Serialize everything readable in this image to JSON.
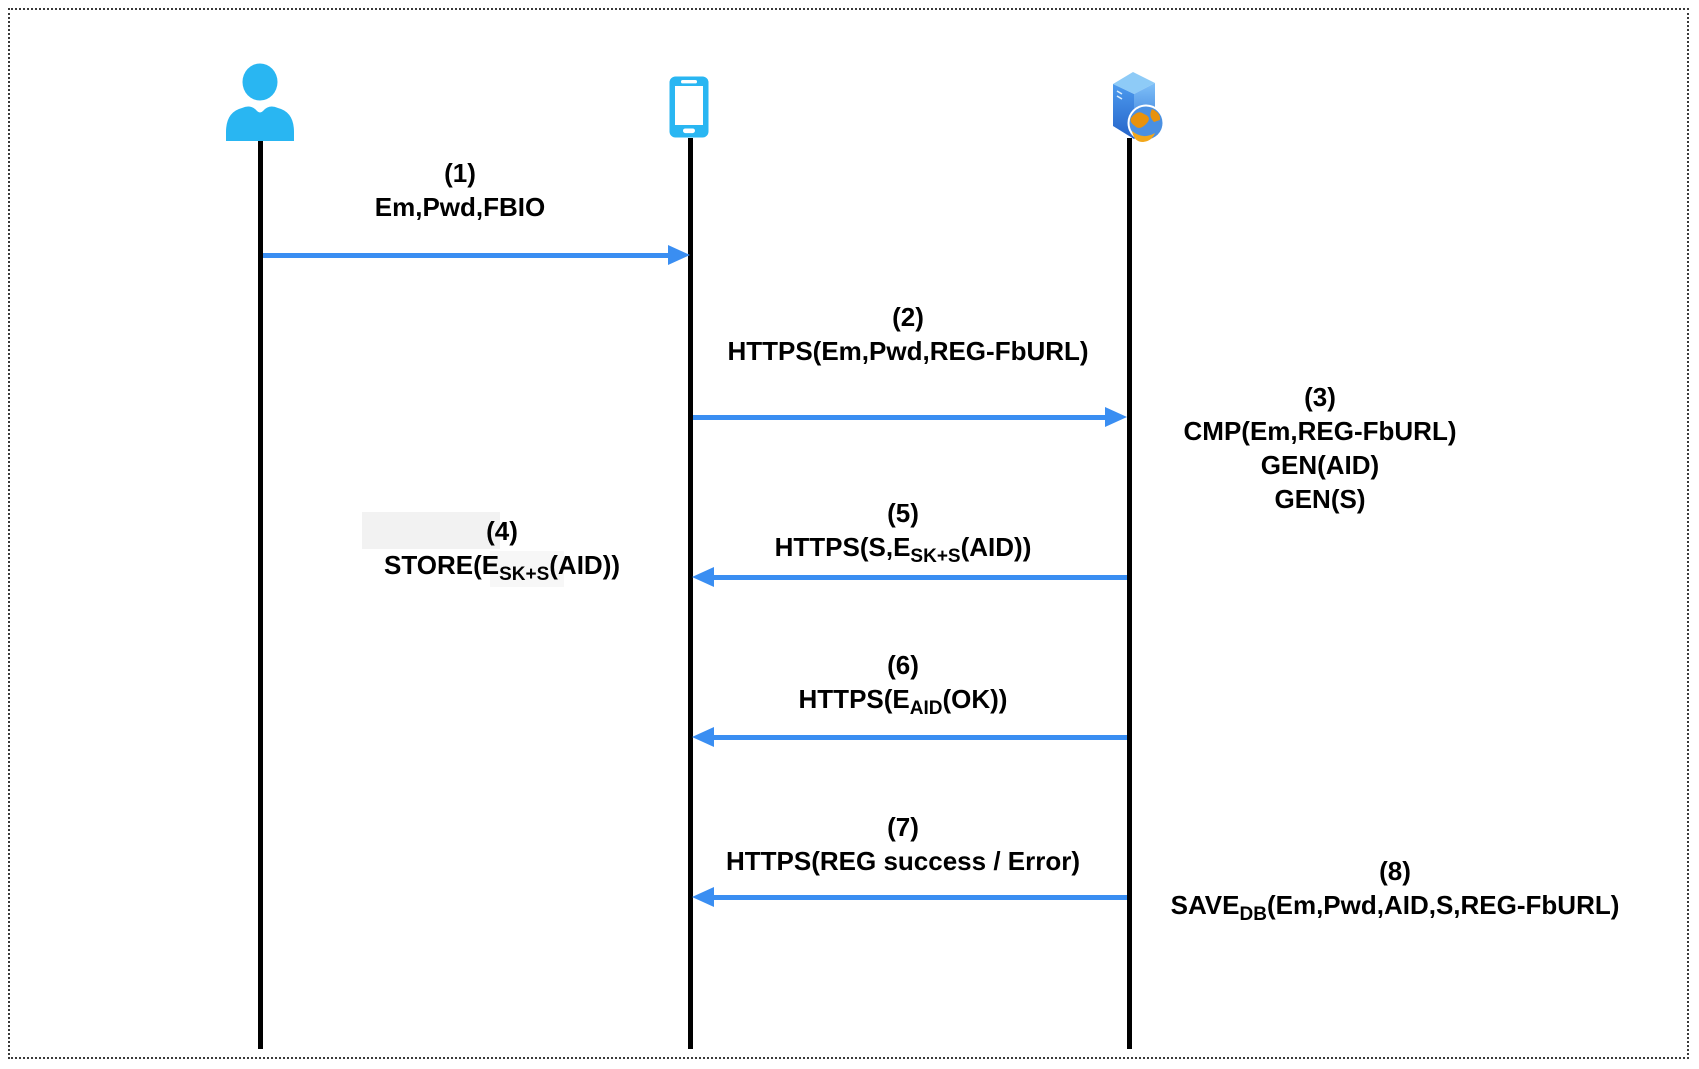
{
  "diagram_type": "sequence-diagram",
  "colors": {
    "arrow": "#3A8EF2",
    "icon": "#29B6F2",
    "lifeline": "#000000",
    "server_front_top": "#7FC0F8",
    "server_front_bottom": "#2A6FD3",
    "server_side_top": "#4D9BEE",
    "server_side_bottom": "#2563C9",
    "server_top_face": "#8ECBF7",
    "globe_sea": "#4A90E2",
    "globe_land": "#E8920C"
  },
  "actors": {
    "user": {
      "icon": "user-icon"
    },
    "mobile": {
      "icon": "smartphone-icon"
    },
    "server": {
      "icon": "server-globe-icon"
    }
  },
  "messages": {
    "m1": {
      "num": "(1)",
      "text": "Em,Pwd,FBIO"
    },
    "m2": {
      "num": "(2)",
      "text": "HTTPS(Em,Pwd,REG-FbURL)"
    },
    "m3": {
      "num": "(3)",
      "line1": "CMP(Em,REG-FbURL)",
      "line2": "GEN(AID)",
      "line3": "GEN(S)"
    },
    "m4": {
      "num": "(4)",
      "pre": "STORE(E",
      "sub": "SK+S",
      "post": "(AID))"
    },
    "m5": {
      "num": "(5)",
      "pre": "HTTPS(S,E",
      "sub": "SK+S",
      "post": "(AID))"
    },
    "m6": {
      "num": "(6)",
      "pre": "HTTPS(E",
      "sub": "AID",
      "post": "(OK))"
    },
    "m7": {
      "num": "(7)",
      "text": "HTTPS(REG success / Error)"
    },
    "m8": {
      "num": "(8)",
      "pre": "SAVE",
      "sub": "DB",
      "post": "(Em,Pwd,AID,S,REG-FbURL)"
    }
  }
}
